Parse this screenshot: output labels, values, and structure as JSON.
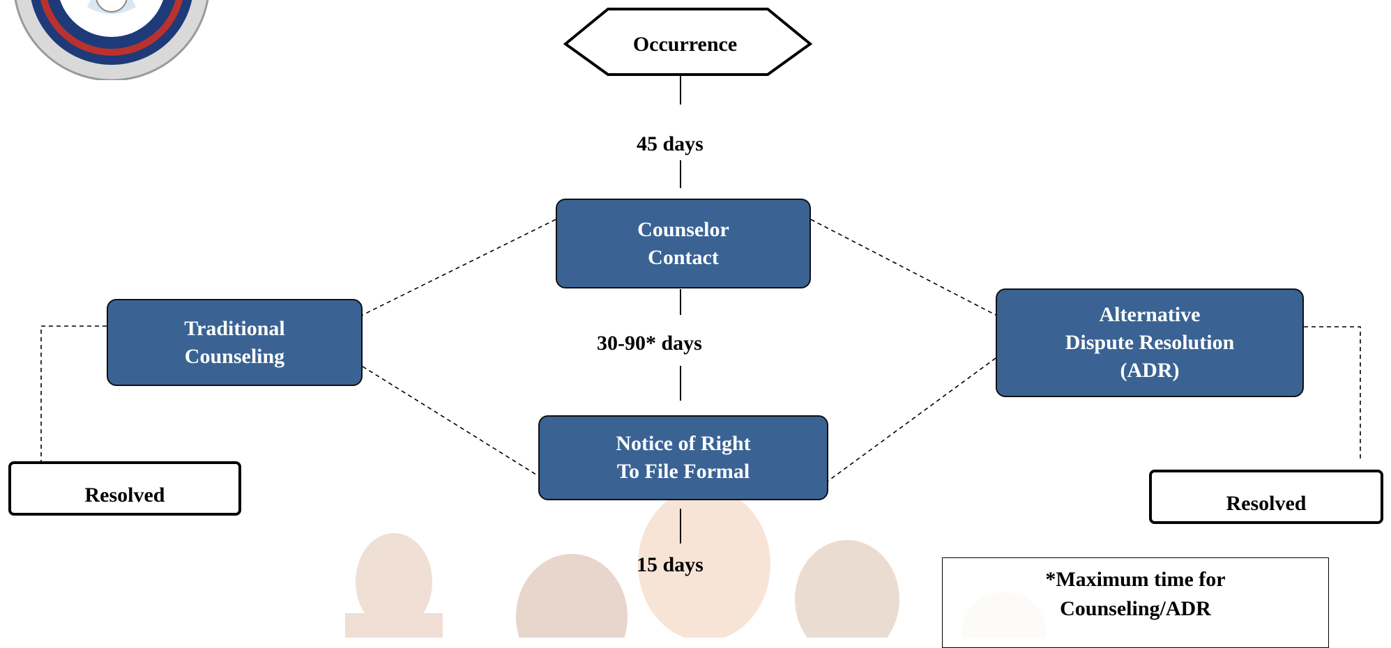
{
  "occurrence": "Occurrence",
  "intervals": {
    "first": "45 days",
    "second": "30-90* days",
    "third": "15 days"
  },
  "counselor_contact": {
    "line1": "Counselor",
    "line2": "Contact"
  },
  "traditional_counseling": {
    "line1": "Traditional",
    "line2": "Counseling"
  },
  "adr": {
    "line1": "Alternative",
    "line2": "Dispute Resolution",
    "line3": "(ADR)"
  },
  "notice": {
    "line1": "Notice of Right",
    "line2": "To File Formal"
  },
  "resolved_left": "Resolved",
  "resolved_right": "Resolved",
  "footnote": {
    "line1": "*Maximum time for",
    "line2": "Counseling/ADR"
  },
  "colors": {
    "box_fill": "#3a6394",
    "seal_blue": "#1f3a78",
    "seal_red": "#b8322e"
  }
}
